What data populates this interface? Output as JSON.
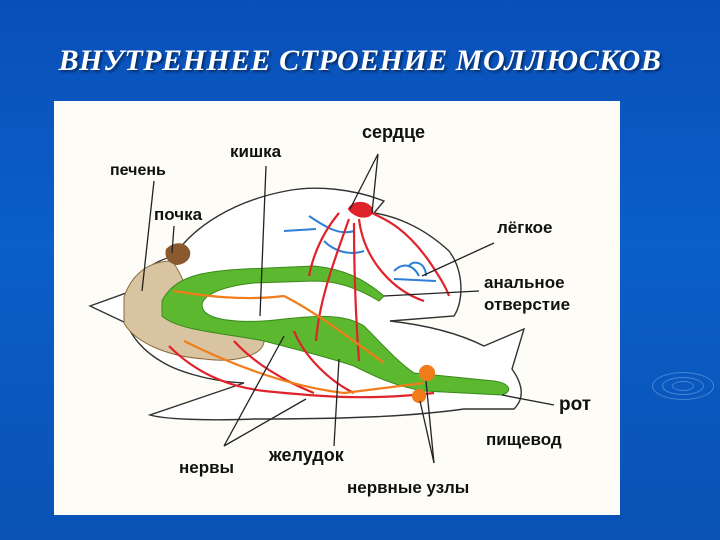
{
  "slide": {
    "title": "ВНУТРЕННЕЕ СТРОЕНИЕ МОЛЛЮСКОВ"
  },
  "labels": {
    "heart": "сердце",
    "intestine": "кишка",
    "liver": "печень",
    "kidney": "почка",
    "lung": "лёгкое",
    "anus_line1": "анальное",
    "anus_line2": "отверстие",
    "mouth": "рот",
    "esophagus": "пищевод",
    "nerves": "нервы",
    "stomach": "желудок",
    "ganglia": "нервные узлы"
  },
  "colors": {
    "background": "#0a52b5",
    "digestive": "#5cb82e",
    "vessels": "#e0222b",
    "nerves": "#f07d1a",
    "lung_vessels": "#2f7fd6",
    "liver": "#d8b98a"
  }
}
